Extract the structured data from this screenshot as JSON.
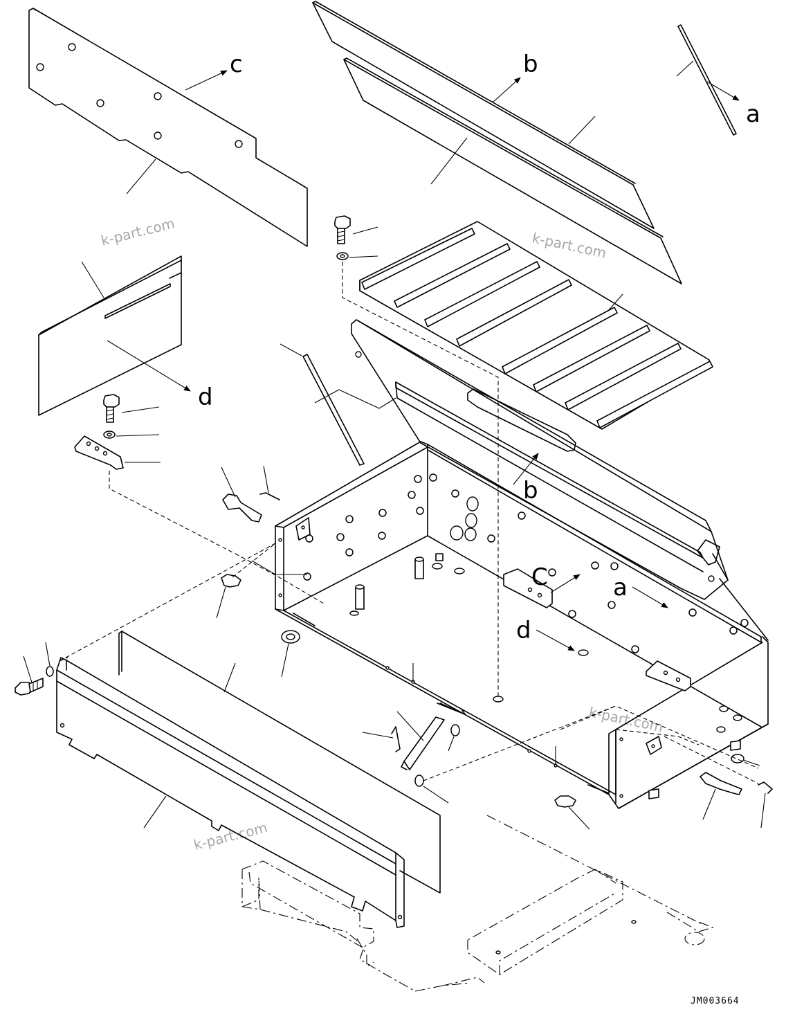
{
  "labels": {
    "c_top": "c",
    "b_top": "b",
    "a_top": "a",
    "d_left": "d",
    "b_inner": "b",
    "c_inner": "C",
    "a_inner": "a",
    "d_inner": "d"
  },
  "drawing_code": "JM003664",
  "watermark": "k-part.com",
  "colors": {
    "line": "#000000",
    "background": "#ffffff",
    "watermark": "#a8a8a8"
  }
}
